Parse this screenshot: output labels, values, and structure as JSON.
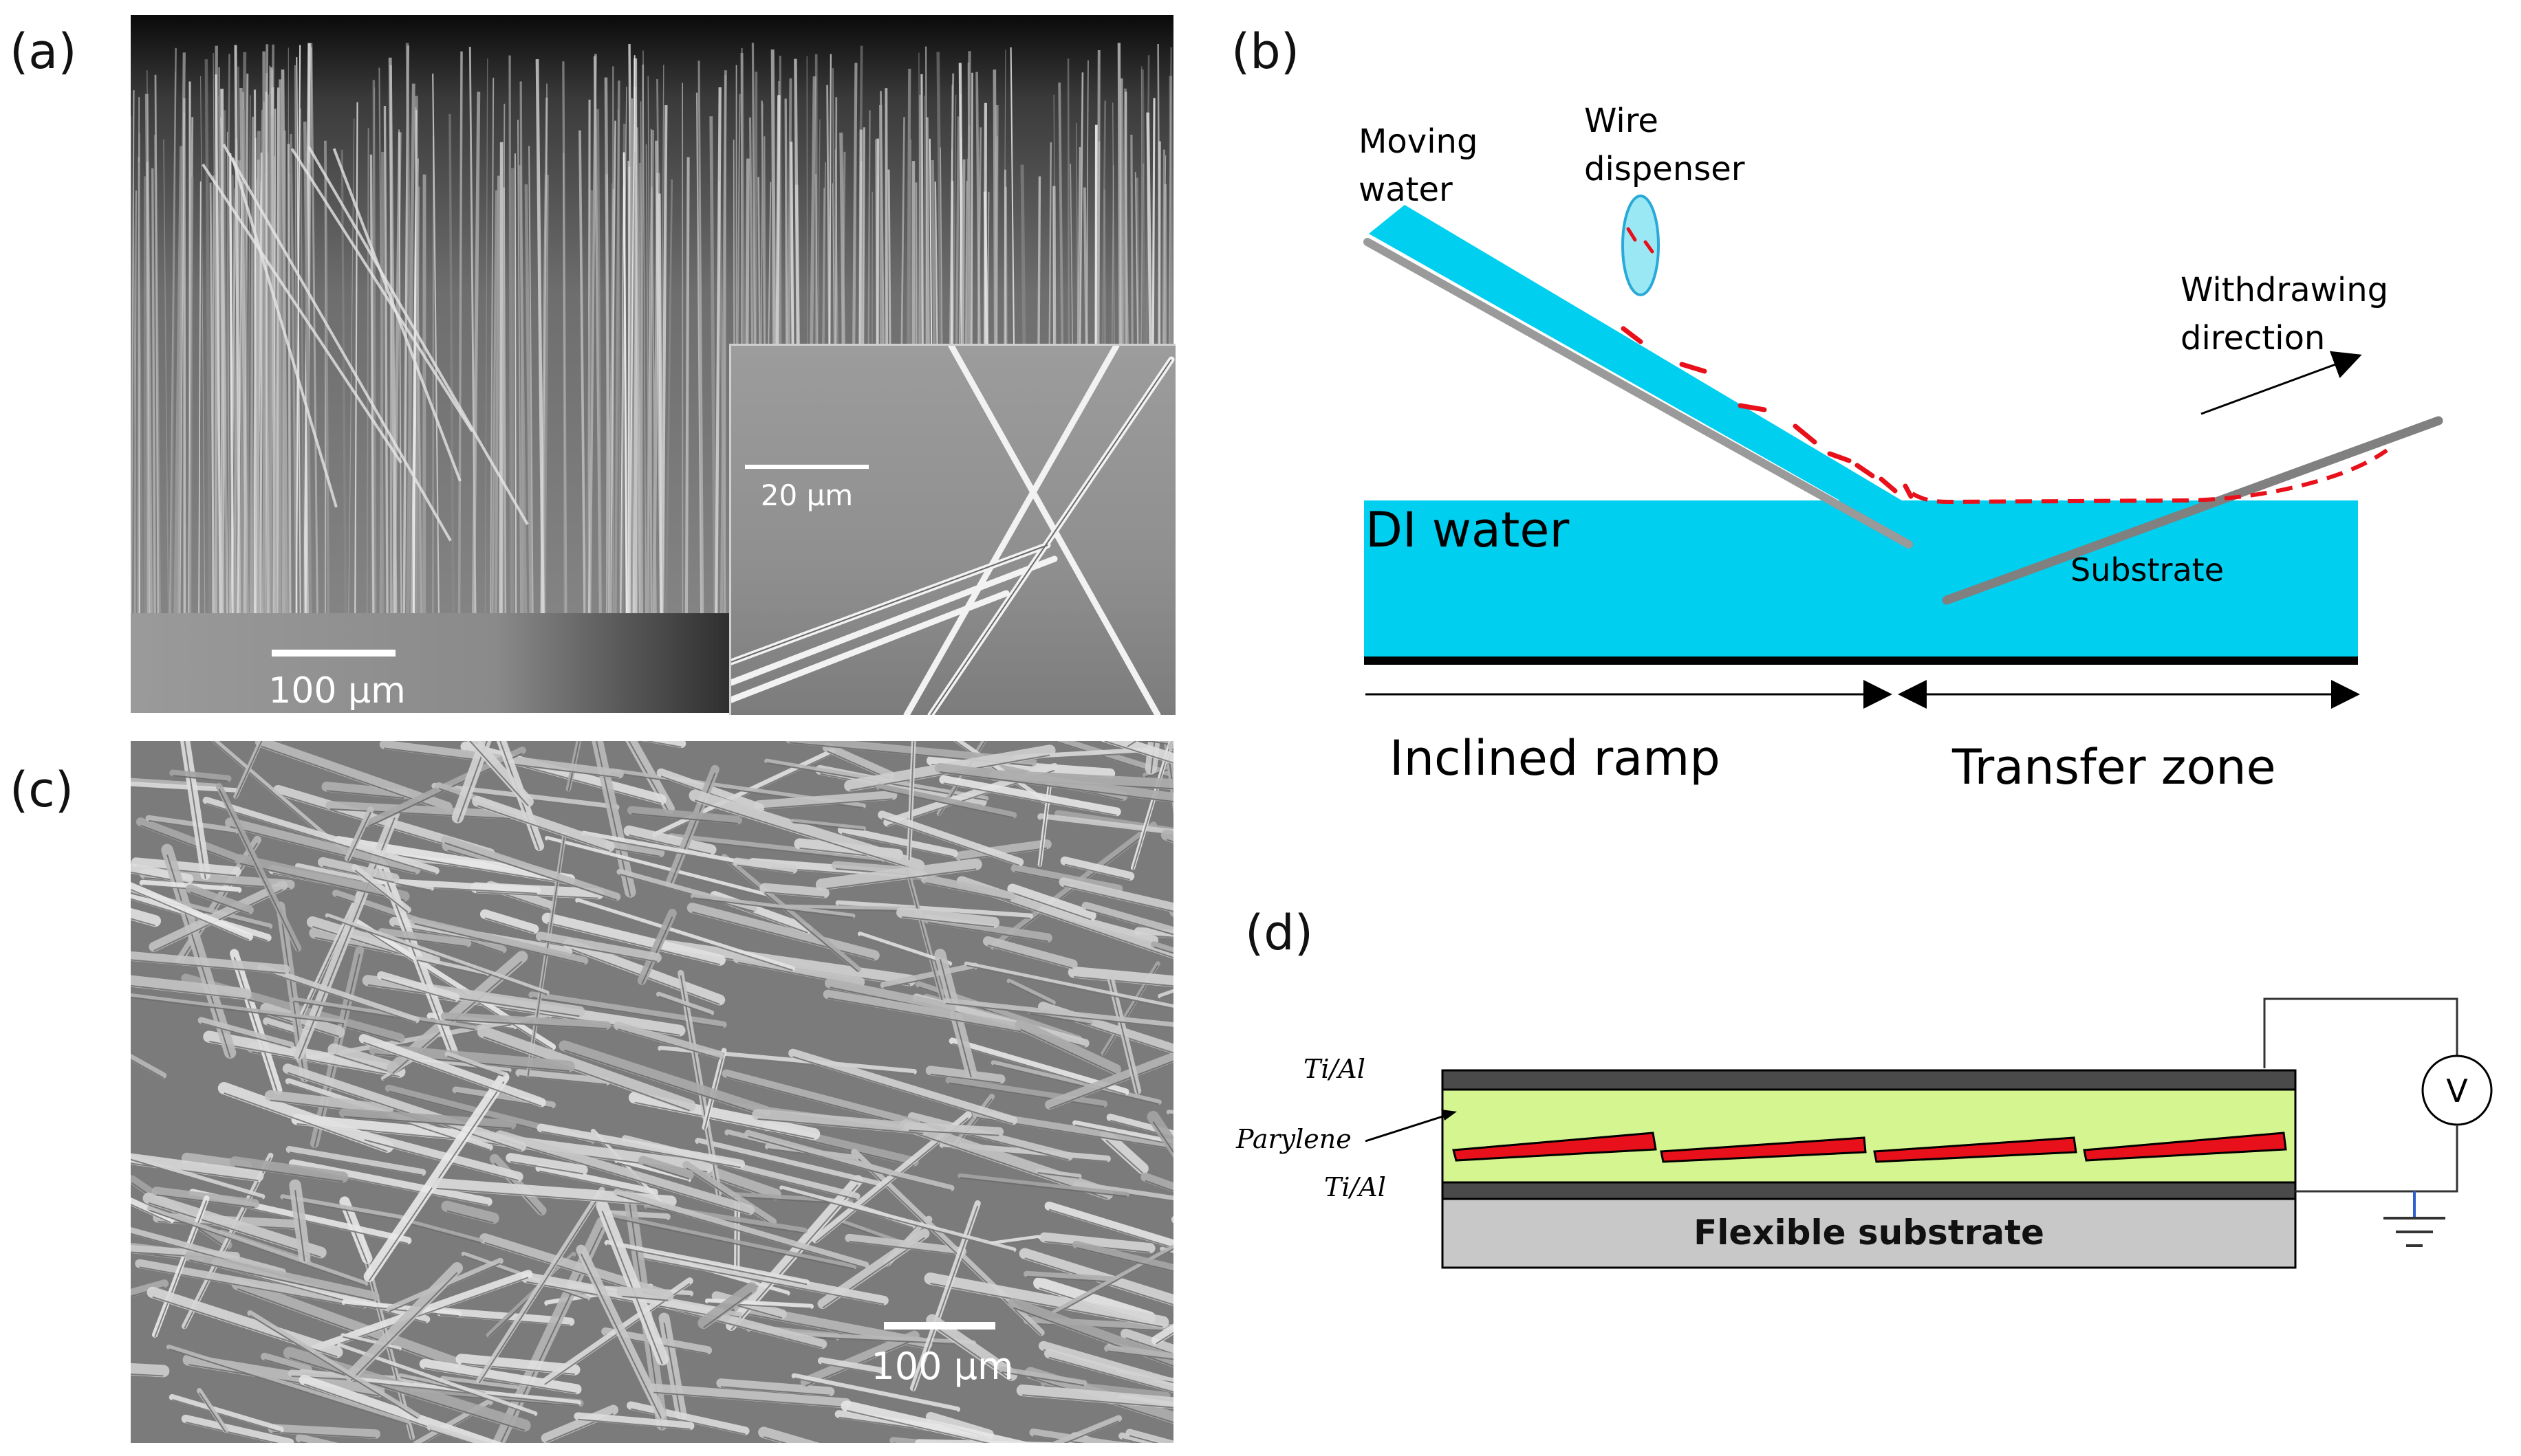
{
  "panels": {
    "a": {
      "label": "(a)",
      "scale_main": "100 μm",
      "scale_inset": "20 μm"
    },
    "b": {
      "label": "(b)",
      "moving_water_1": "Moving",
      "moving_water_2": "water",
      "wire_dispenser_1": "Wire",
      "wire_dispenser_2": "dispenser",
      "withdrawing_1": "Withdrawing",
      "withdrawing_2": "direction",
      "di_water": "DI water",
      "substrate": "Substrate",
      "inclined_ramp": "Inclined ramp",
      "transfer_zone": "Transfer zone"
    },
    "c": {
      "label": "(c)",
      "scale": "100 μm"
    },
    "d": {
      "label": "(d)",
      "ti_al_top": "Ti/Al",
      "parylene": "Parylene",
      "ti_al_bottom": "Ti/Al",
      "flexible_substrate": "Flexible substrate",
      "voltmeter": "V"
    }
  },
  "colors": {
    "water": "#00cfef",
    "wire_red": "#e8101a",
    "parylene_green": "#d4f590",
    "electrode_dark": "#4a4a4a",
    "substrate_gray": "#c8c8c8"
  }
}
